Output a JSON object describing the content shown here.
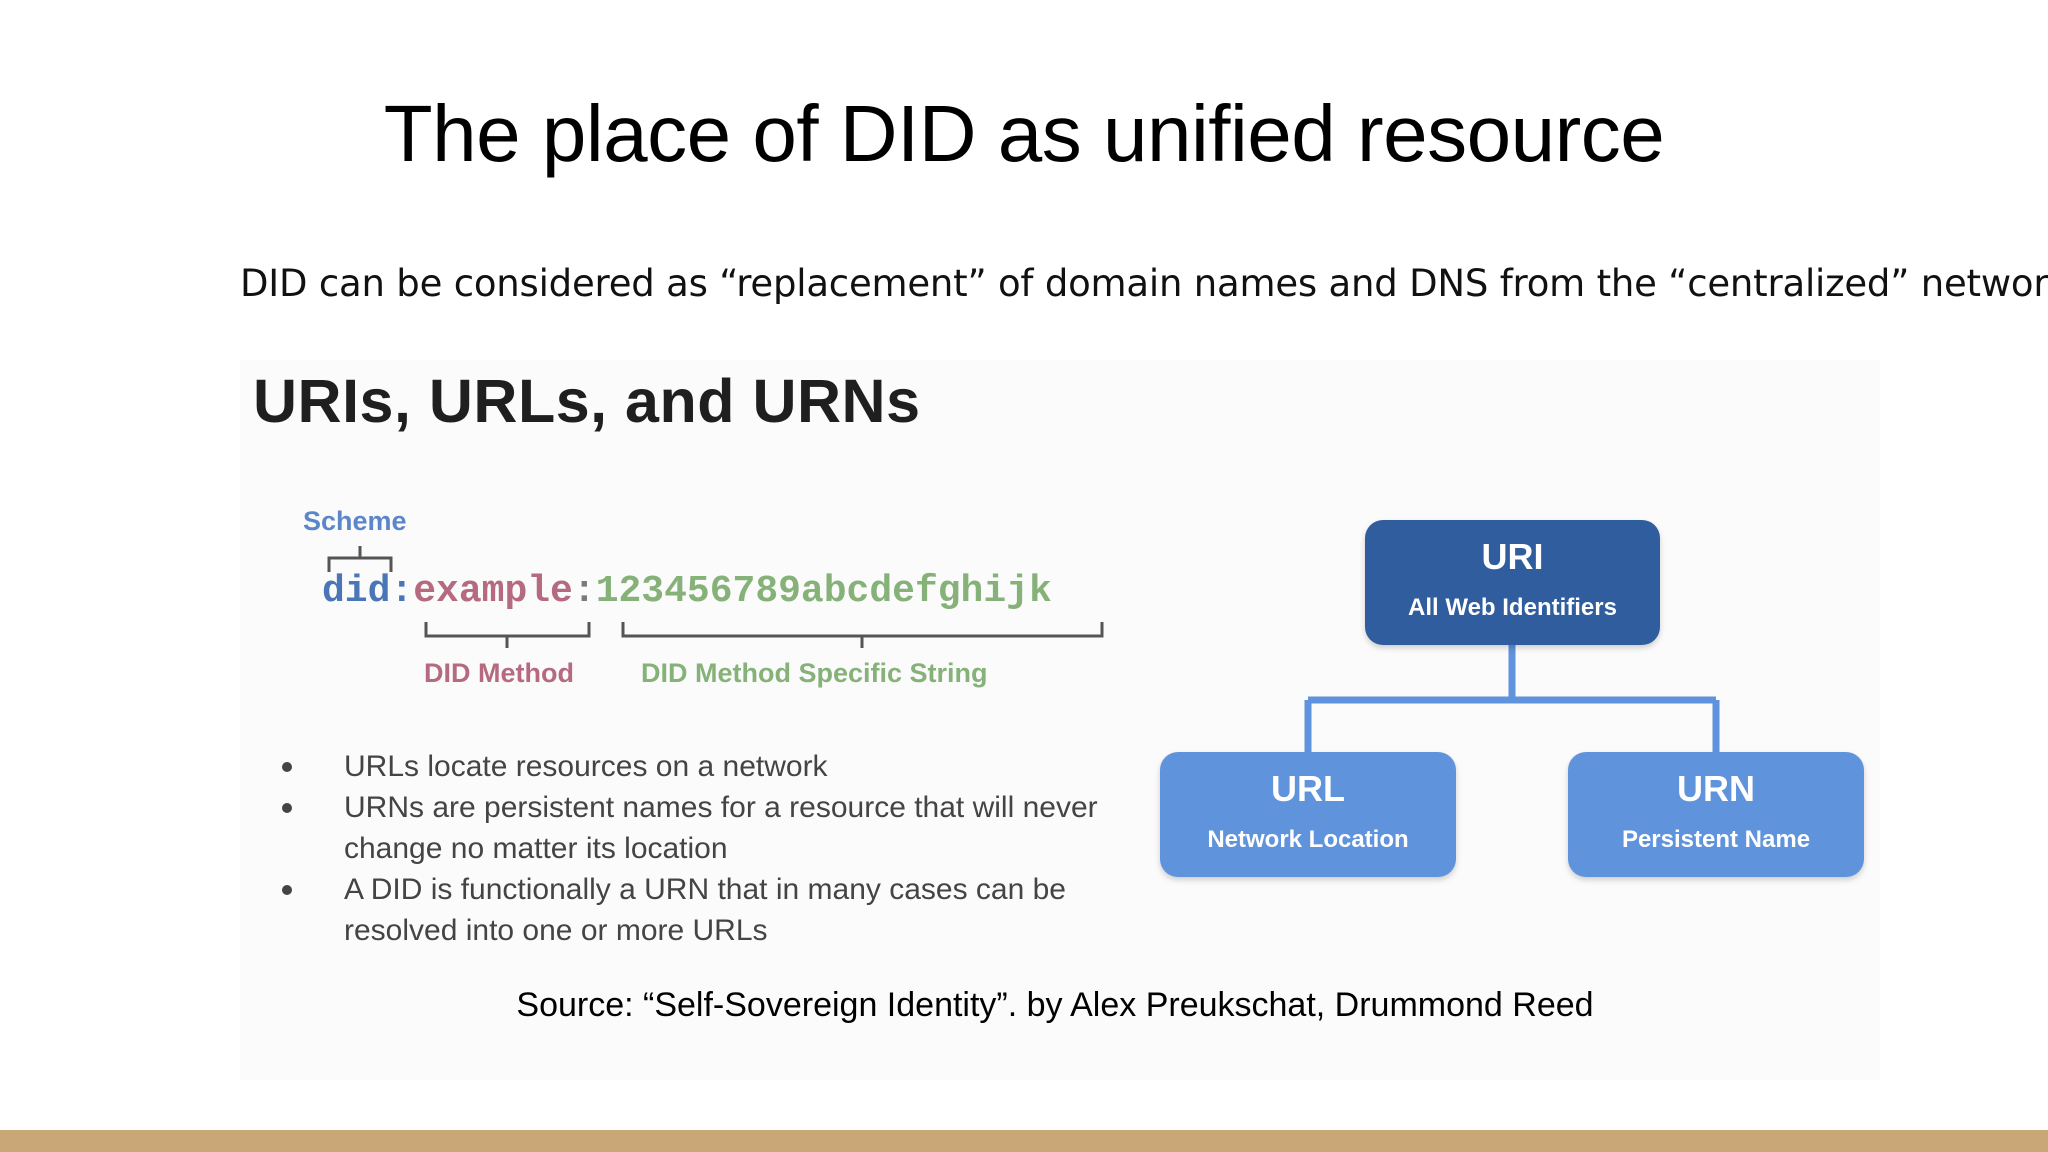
{
  "slide": {
    "title": "The place of DID as unified resource",
    "subtitle": "DID can be considered as “replacement” of domain names and DNS from the “centralized” network",
    "source": "Source: “Self-Sovereign Identity”. by Alex Preukschat, Drummond Reed"
  },
  "figure": {
    "title": "URIs, URLs, and URNs",
    "scheme_label": "Scheme",
    "did_string": {
      "scheme": "did",
      "sep1": ":",
      "method": "example",
      "sep2": ":",
      "specific": "123456789abcdefghijk"
    },
    "method_label": "DID Method",
    "specific_label": "DID Method Specific String",
    "bullets": [
      "URLs locate resources on a network",
      "URNs are persistent names for a resource that will never change no matter its location",
      "A DID is functionally a URN that in many cases can be resolved into one or more URLs"
    ],
    "tree": {
      "root": {
        "title": "URI",
        "subtitle": "All Web Identifiers"
      },
      "left": {
        "title": "URL",
        "subtitle": "Network Location"
      },
      "right": {
        "title": "URN",
        "subtitle": "Persistent Name"
      }
    }
  },
  "colors": {
    "root_node": "#2f5d9e",
    "child_node": "#5f93dc",
    "scheme": "#4a76b8",
    "method": "#b56a80",
    "specific": "#86b27a",
    "footer_bar": "#c9a777"
  }
}
